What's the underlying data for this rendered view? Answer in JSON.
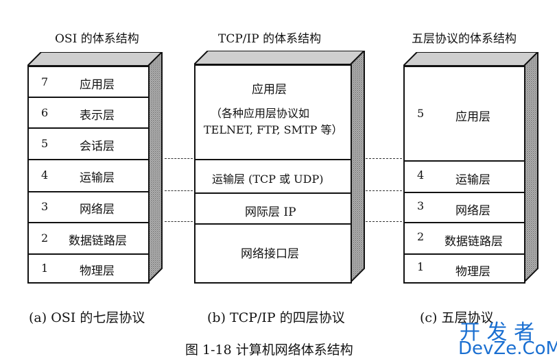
{
  "titles": {
    "a": "OSI 的体系结构",
    "b": "TCP/IP 的体系结构",
    "c": "五层协议的体系结构"
  },
  "osi": {
    "layers": [
      {
        "num": "7",
        "label": "应用层"
      },
      {
        "num": "6",
        "label": "表示层"
      },
      {
        "num": "5",
        "label": "会话层"
      },
      {
        "num": "4",
        "label": "运输层"
      },
      {
        "num": "3",
        "label": "网络层"
      },
      {
        "num": "2",
        "label": "数据链路层"
      },
      {
        "num": "1",
        "label": "物理层"
      }
    ]
  },
  "tcpip": {
    "app_title": "应用层",
    "app_desc_1": "（各种应用层协议如",
    "app_desc_2": "TELNET, FTP, SMTP 等）",
    "transport": "运输层 (TCP 或 UDP)",
    "internet": "网际层 IP",
    "netif": "网络接口层"
  },
  "five": {
    "layers": [
      {
        "num": "5",
        "label": "应用层"
      },
      {
        "num": "4",
        "label": "运输层"
      },
      {
        "num": "3",
        "label": "网络层"
      },
      {
        "num": "2",
        "label": "数据链路层"
      },
      {
        "num": "1",
        "label": "物理层"
      }
    ]
  },
  "captions": {
    "a": "(a) OSI 的七层协议",
    "b": "(b) TCP/IP 的四层协议",
    "c": "(c) 五层协议"
  },
  "figure_caption": "图 1-18   计算机网络体系结构",
  "watermark": {
    "top": "开 发 者",
    "bottom": "DevZe.CoM",
    "color": "#1a6fd1"
  }
}
